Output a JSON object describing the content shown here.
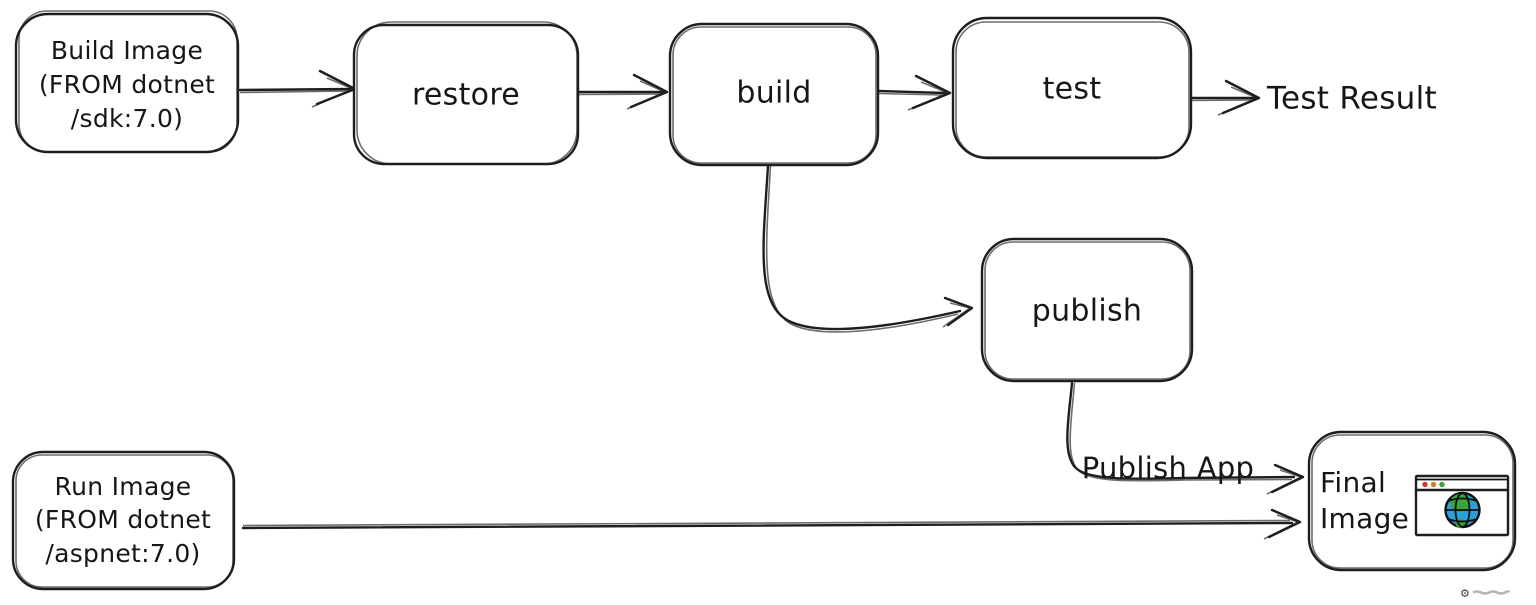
{
  "diagram": {
    "background": "#ffffff",
    "ink_color": "#1e1e1e",
    "nodes": {
      "build_image": {
        "lines": [
          "Build Image",
          "(FROM dotnet",
          "/sdk:7.0)"
        ]
      },
      "restore": {
        "label": "restore"
      },
      "build": {
        "label": "build"
      },
      "test": {
        "label": "test"
      },
      "test_result": {
        "label": "Test Result"
      },
      "publish": {
        "label": "publish"
      },
      "run_image": {
        "lines": [
          "Run Image",
          "(FROM dotnet",
          "/aspnet:7.0)"
        ]
      },
      "final_image": {
        "lines": [
          "Final",
          "Image"
        ]
      }
    },
    "edges": [
      {
        "from": "build-image",
        "to": "restore",
        "label": ""
      },
      {
        "from": "restore",
        "to": "build",
        "label": ""
      },
      {
        "from": "build",
        "to": "test",
        "label": ""
      },
      {
        "from": "test",
        "to": "test-result",
        "label": ""
      },
      {
        "from": "build",
        "to": "publish",
        "label": ""
      },
      {
        "from": "publish",
        "to": "final-image",
        "label": "Publish App"
      },
      {
        "from": "run-image",
        "to": "final-image",
        "label": ""
      }
    ],
    "icons": {
      "browser_window": {
        "name": "browser-window-globe-icon",
        "globe_color": "#2a9fd8",
        "land_color": "#3da33c",
        "dot_colors": [
          "#cf3b2a",
          "#c8862b",
          "#3f9e3f"
        ]
      },
      "watermark": {
        "name": "gear-icon",
        "glyph": "⚙"
      }
    }
  }
}
